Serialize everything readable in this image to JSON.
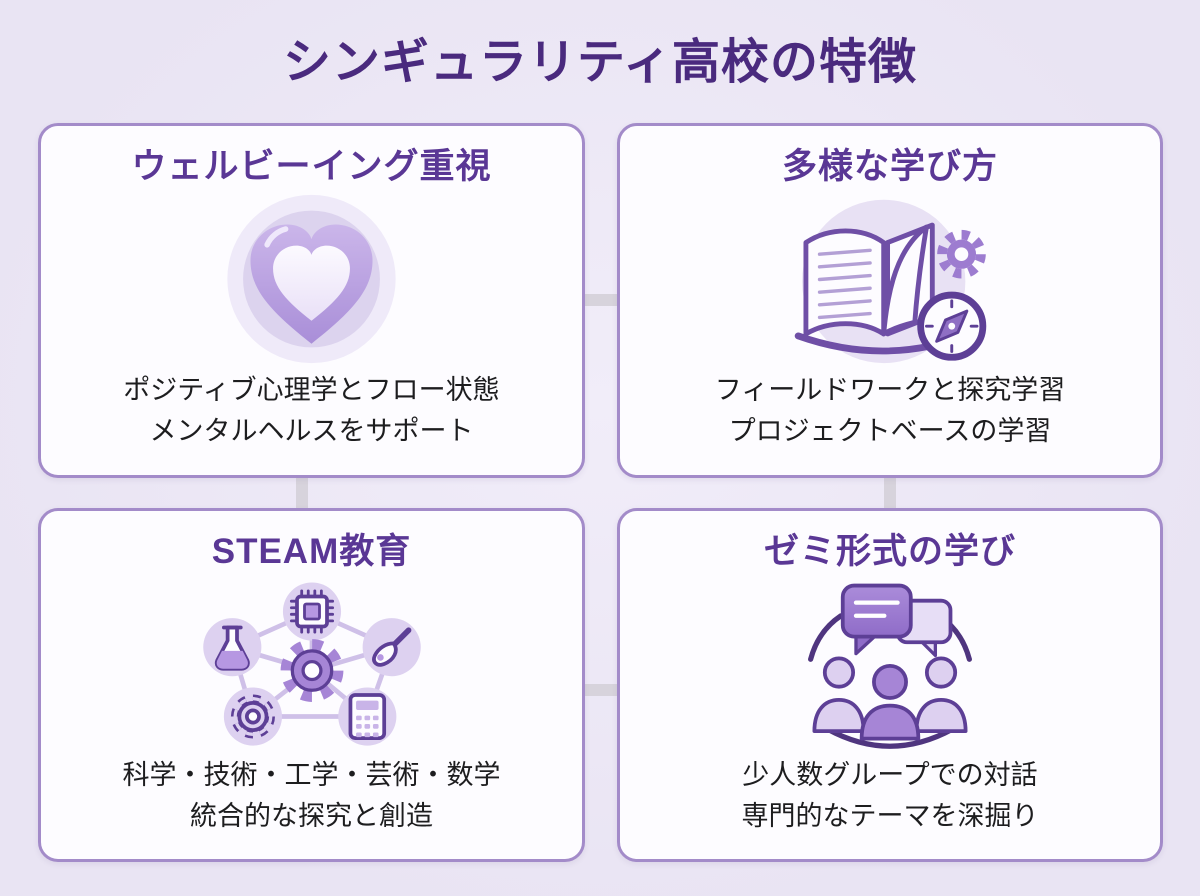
{
  "page": {
    "title": "シンギュラリティ高校の特徴",
    "background_color": "#e9e4f3",
    "title_color": "#4a2a7e"
  },
  "colors": {
    "card_background": "#fdfcff",
    "card_border": "#a38bc9",
    "heading_purple": "#5a3795",
    "body_text": "#1d1d1f",
    "connector_gray": "#d7d3dc",
    "icon_outline_purple": "#5d3f96",
    "icon_fill_purple": "#b697e2",
    "icon_fill_light": "#ddd1f0"
  },
  "cards": [
    {
      "id": "wellbeing",
      "title": "ウェルビーイング重視",
      "icon": "heart-icon",
      "lines": [
        "ポジティブ心理学とフロー状態",
        "メンタルヘルスをサポート"
      ]
    },
    {
      "id": "diverse-learning",
      "title": "多様な学び方",
      "icon": "book-gear-compass-icon",
      "lines": [
        "フィールドワークと探究学習",
        "プロジェクトベースの学習"
      ]
    },
    {
      "id": "steam",
      "title": "STEAM教育",
      "icon": "steam-network-icon",
      "lines": [
        "科学・技術・工学・芸術・数学",
        "統合的な探究と創造"
      ]
    },
    {
      "id": "seminar",
      "title": "ゼミ形式の学び",
      "icon": "group-discussion-icon",
      "lines": [
        "少人数グループでの対話",
        "専門的なテーマを深掘り"
      ]
    }
  ]
}
